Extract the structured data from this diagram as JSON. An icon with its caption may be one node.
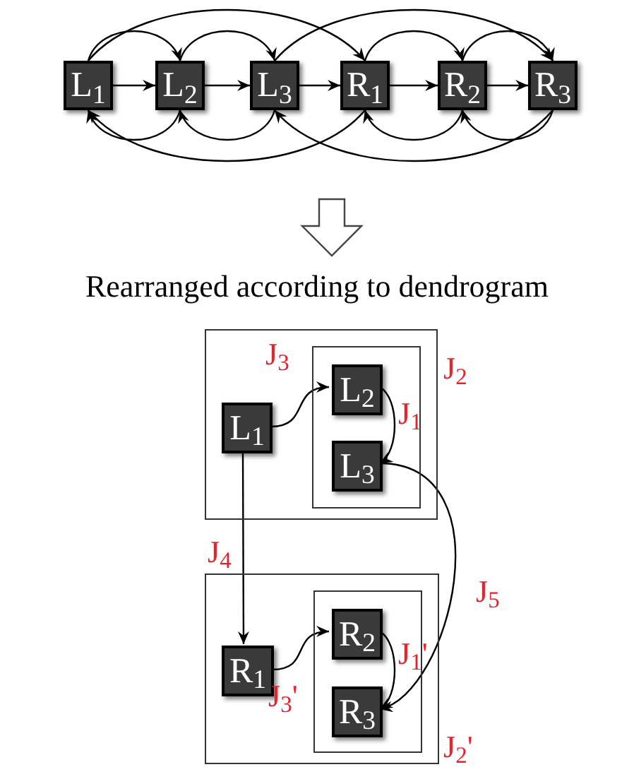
{
  "diagram": {
    "nodes": [
      {
        "text": [
          "L$_{1}$"
        ]
      },
      {
        "text": [
          "L$_{2}$"
        ]
      },
      {
        "text": [
          "L$_{3}$"
        ]
      },
      {
        "text": [
          "R$_{1}$"
        ]
      },
      {
        "text": [
          "R$_{2}$"
        ]
      },
      {
        "text": [
          "R$_{3}$"
        ]
      },
      {
        "text": [],
        "shape": "box"
      },
      {
        "text": [
          "L$_{1}$"
        ],
        "in": 6
      },
      {
        "text": [],
        "shape": "box",
        "in": 6
      },
      {
        "text": [
          "L$_{2}$"
        ],
        "in": 8
      },
      {
        "text": [
          "L$_{3}$"
        ],
        "in": 8
      },
      {
        "text": [],
        "shape": "box"
      },
      {
        "text": [
          "R$_{1}$"
        ],
        "in": 11
      },
      {
        "text": [],
        "shape": "box",
        "in": 11
      },
      {
        "text": [
          "R$_{2}$"
        ],
        "in": 13
      },
      {
        "text": [
          "R$_{3}$"
        ],
        "in": 13
      }
    ],
    "edges": [
      {
        "from": 0,
        "to": 1,
        "arrow": "to"
      },
      {
        "from": 1,
        "to": 2,
        "arrow": "to"
      },
      {
        "from": 2,
        "to": 3,
        "arrow": "to"
      },
      {
        "from": 3,
        "to": 4,
        "arrow": "to"
      },
      {
        "from": 4,
        "to": 5,
        "arrow": "to"
      },
      {
        "from": 0,
        "to": 1,
        "arrow": "to"
      },
      {
        "from": 1,
        "to": 2,
        "arrow": "to"
      },
      {
        "from": 3,
        "to": 4,
        "arrow": "to"
      },
      {
        "from": 4,
        "to": 5,
        "arrow": "to"
      },
      {
        "from": 0,
        "to": 3,
        "arrow": "to"
      },
      {
        "from": 2,
        "to": 5,
        "arrow": "to"
      },
      {
        "from": 1,
        "to": 0,
        "arrow": "to"
      },
      {
        "from": 2,
        "to": 1,
        "arrow": "to"
      },
      {
        "from": 4,
        "to": 3,
        "arrow": "to"
      },
      {
        "from": 5,
        "to": 4,
        "arrow": "to"
      },
      {
        "from": 3,
        "to": 0,
        "arrow": "to"
      },
      {
        "from": 5,
        "to": 2,
        "arrow": "to"
      },
      {
        "from": 7,
        "to": 9,
        "arrow": "to",
        "label": "J$_{3}$"
      },
      {
        "from": 9,
        "to": 10,
        "arrow": "to",
        "label": "J$_{1}$"
      },
      {
        "from": 7,
        "to": 12,
        "arrow": "to",
        "label": "J$_{4}$"
      },
      {
        "from": 10,
        "to": 15,
        "arrow": "to",
        "label": "J$_{5}$"
      },
      {
        "from": 12,
        "to": 14,
        "arrow": "to",
        "label": "J$_{3}$'"
      },
      {
        "from": 14,
        "to": 15,
        "arrow": "to",
        "label": "J$_{1}$'"
      }
    ],
    "labels": [
      "Rearranged according to dendrogram",
      "J$_{2}$",
      "J$_{2}$'"
    ]
  }
}
